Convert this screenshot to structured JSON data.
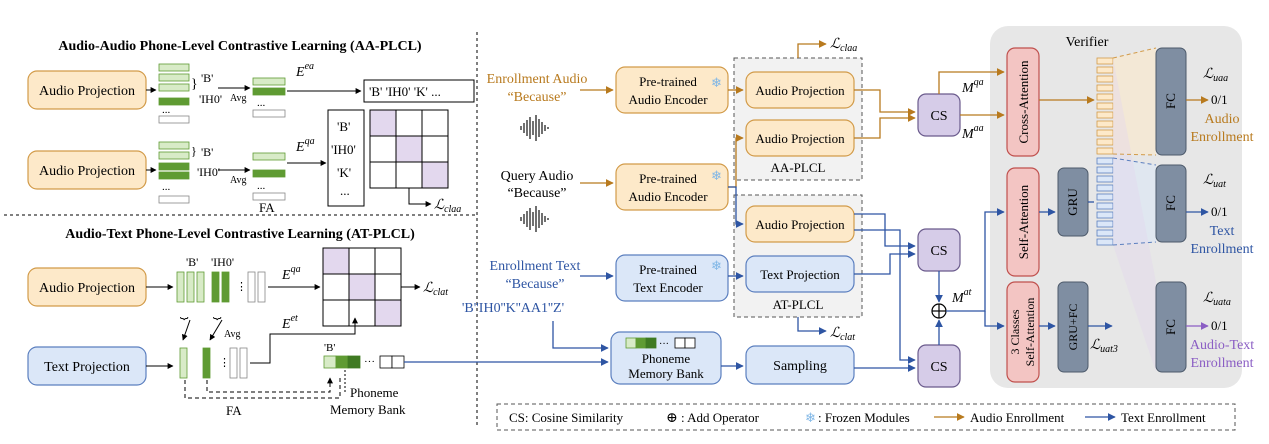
{
  "colors": {
    "audio": "#b87a1e",
    "text": "#2e55a3",
    "purple": "#8b5ec4",
    "orange_fill": "#fde9c9",
    "orange_stroke": "#d29b49",
    "blue_fill": "#dbe7f8",
    "blue_stroke": "#5b7fbf",
    "red_fill": "#f3c5c3",
    "red_stroke": "#c0504d",
    "cs_fill": "#d6cce8",
    "gray_fill": "#7f8ea2",
    "green": "#5f9b33",
    "light_green": "#d8ebc7",
    "verifier_bg": "#e7e7e7",
    "grid_purple": "#e3d8ee"
  },
  "aa_plcl": {
    "title": "Audio-Audio Phone-Level  Contrastive Learning (AA-PLCL)",
    "proj1": "Audio Projection",
    "proj2": "Audio Projection",
    "lab_b1": "'B'",
    "lab_ih1": "'IH0'",
    "lab_b2": "'B'",
    "lab_ih2": "'IH0'",
    "avg1": "Avg",
    "avg2": "Avg",
    "e_ea": "E",
    "e_ea_sup": "ea",
    "e_qa": "E",
    "e_qa_sup": "qa",
    "seq_row": "'B' 'IH0' 'K' ...",
    "seq_col": [
      "'B'",
      "'IH0'",
      "'K'",
      "..."
    ],
    "loss": "ℒ",
    "loss_sub": "claa",
    "fa": "FA"
  },
  "at_plcl": {
    "title": "Audio-Text Phone-Level  Contrastive Learning (AT-PLCL)",
    "audio_proj": "Audio Projection",
    "text_proj": "Text Projection",
    "lab_b": "'B'",
    "lab_ih": "'IH0'",
    "avg": "Avg",
    "e_qa": "E",
    "e_qa_sup": "qa",
    "e_et": "E",
    "e_et_sup": "et",
    "loss": "ℒ",
    "loss_sub": "clat",
    "fa": "FA",
    "mem_b": "'B'",
    "mem_label1": "Phoneme",
    "mem_label2": "Memory Bank"
  },
  "main": {
    "enroll_audio_1": "Enrollment Audio",
    "enroll_audio_2": "“Because”",
    "query_audio_1": "Query Audio",
    "query_audio_2": "“Because”",
    "enroll_text_1": "Enrollment Text",
    "enroll_text_2": "“Because”",
    "phonemes": "'B''IH0''K''AA1''Z'",
    "enc_audio1_l1": "Pre-trained",
    "enc_audio1_l2": "Audio Encoder",
    "enc_audio2_l1": "Pre-trained",
    "enc_audio2_l2": "Audio Encoder",
    "enc_text_l1": "Pre-trained",
    "enc_text_l2": "Text Encoder",
    "aa_proj1": "Audio Projection",
    "aa_proj2": "Audio Projection",
    "aa_label": "AA-PLCL",
    "at_audio_proj": "Audio Projection",
    "at_text_proj": "Text Projection",
    "at_label": "AT-PLCL",
    "loss_claa": "ℒ",
    "loss_claa_sub": "claa",
    "loss_clat": "ℒ",
    "loss_clat_sub": "clat",
    "memory_bank_l1": "Phoneme",
    "memory_bank_l2": "Memory Bank",
    "sampling": "Sampling",
    "cs1": "CS",
    "cs2": "CS",
    "cs3": "CS",
    "m_qa": "M",
    "m_qa_sup": "qa",
    "m_aa": "M",
    "m_aa_sup": "aa",
    "m_at": "M",
    "m_at_sup": "at"
  },
  "verifier": {
    "title": "Verifier",
    "cross_attention": "Cross-Attention",
    "self_attention": "Self-Attention",
    "gru": "GRU",
    "three_class_l1": "3 Classes",
    "three_class_l2": "Self-Attention",
    "gru_fc": "GRU+FC",
    "fc1": "FC",
    "fc2": "FC",
    "fc3": "FC",
    "loss_uaa": "ℒ",
    "loss_uaa_sub": "uaa",
    "loss_uat": "ℒ",
    "loss_uat_sub": "uat",
    "loss_uata": "ℒ",
    "loss_uata_sub": "uata",
    "loss_uat3": "ℒ",
    "loss_uat3_sub": "uat3",
    "out1": "0/1",
    "out2": "0/1",
    "out3": "0/1",
    "out1_l1": "Audio",
    "out1_l2": "Enrollment",
    "out2_l1": "Text",
    "out2_l2": "Enrollment",
    "out3_l1": "Audio-Text",
    "out3_l2": "Enrollment"
  },
  "legend": {
    "cs": "CS: Cosine Similarity",
    "add_symbol": "⊕",
    "add": ": Add Operator",
    "frozen_symbol": "❄",
    "frozen": ": Frozen Modules",
    "audio": "Audio Enrollment",
    "text": "Text Enrollment"
  }
}
